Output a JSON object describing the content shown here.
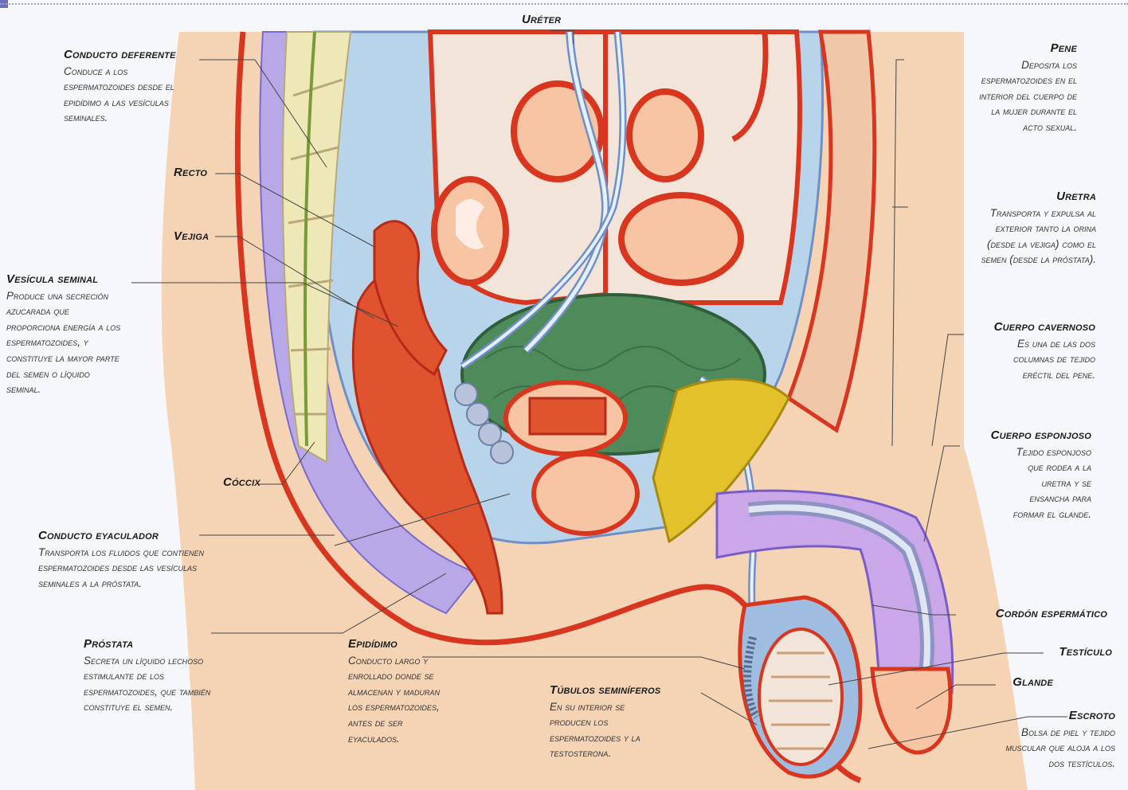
{
  "labels": {
    "ureter": {
      "title": "Uréter"
    },
    "conducto_deferente": {
      "title": "Conducto deferente",
      "desc": "Conduce a los\nespermatozoides desde el\nepidídimo a las vesículas\nseminales."
    },
    "recto": {
      "title": "Recto"
    },
    "vejiga": {
      "title": "Vejiga"
    },
    "vesicula_seminal": {
      "title": "Vesícula seminal",
      "desc": "Produce una secreción\nazucarada que\nproporciona energía a los\nespermatozoides, y\nconstituye la mayor parte\ndel semen o líquido\nseminal."
    },
    "coccix": {
      "title": "Cóccix"
    },
    "conducto_eyaculador": {
      "title": "Conducto eyaculador",
      "desc": "Transporta los fluidos que contienen\nespermatozoides desde las vesículas\nseminales a la próstata."
    },
    "prostata": {
      "title": "Próstata",
      "desc": "Secreta un líquido lechoso\nestimulante de los\nespermatozoides, que también\nconstituye el semen."
    },
    "epididimo": {
      "title": "Epidídimo",
      "desc": "Conducto largo y\nenrollado donde se\nalmacenan y maduran\nlos espermatozoides,\nantes de ser\neyaculados."
    },
    "tubulos": {
      "title": "Túbulos seminíferos",
      "desc": "En su interior se\nproducen los\nespermatozoides y la\ntestosterona."
    },
    "pene": {
      "title": "Pene",
      "desc": "Deposita los\nespermatozoides en el\ninterior del cuerpo de\nla mujer durante el\nacto sexual."
    },
    "uretra": {
      "title": "Uretra",
      "desc": "Transporta y expulsa al\nexterior tanto la orina\n(desde la vejiga) como el\nsemen (desde la próstata)."
    },
    "cuerpo_cavernoso": {
      "title": "Cuerpo cavernoso",
      "desc": "Es una de las dos\ncolumnas de tejido\neréctil del pene."
    },
    "cuerpo_esponjoso": {
      "title": "Cuerpo esponjoso",
      "desc": "Tejido esponjoso\nque rodea a la\nuretra y se\nensancha para\nformar el glande."
    },
    "cordon": {
      "title": "Cordón espermático"
    },
    "testiculo": {
      "title": "Testículo"
    },
    "glande": {
      "title": "Glande"
    },
    "escroto": {
      "title": "Escroto",
      "desc": "Bolsa de piel y tejido\nmuscular que aloja a los\ndos testículos."
    }
  },
  "colors": {
    "skin": "#f5d3b5",
    "muscle": "#d8361f",
    "bladder": "#4f8a5a",
    "purple": "#8b7fd6",
    "blue_fluid": "#a9c9e6",
    "bone": "#eee8b8",
    "cavernous": "#e2c12a"
  }
}
